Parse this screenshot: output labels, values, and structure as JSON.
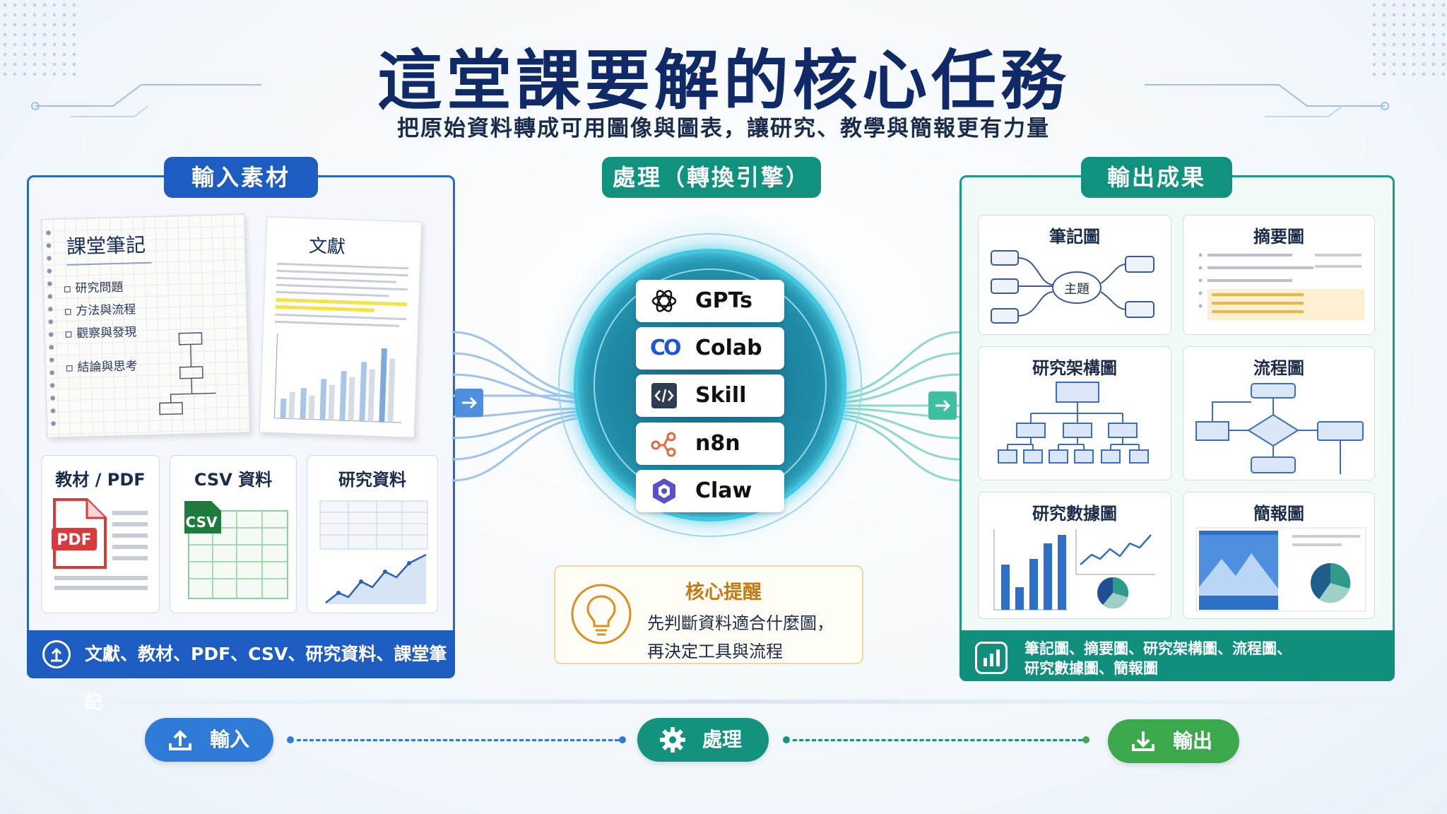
{
  "header": {
    "title": "這堂課要解的核心任務",
    "subtitle": "把原始資料轉成可用圖像與圖表，讓研究、教學與簡報更有力量"
  },
  "input": {
    "tab": "輸入素材",
    "notebook": {
      "title": "課堂筆記",
      "items": [
        "研究問題",
        "方法與流程",
        "觀察與發現",
        "結論與思考"
      ]
    },
    "paper_title": "文獻",
    "cards": [
      "教材 / PDF",
      "CSV 資料",
      "研究資料"
    ],
    "pdf_badge": "PDF",
    "csv_badge": "CSV",
    "footer": "文獻、教材、PDF、CSV、研究資料、課堂筆記"
  },
  "process": {
    "tab": "處理（轉換引擎）",
    "tools": [
      "GPTs",
      "Colab",
      "Skill",
      "n8n",
      "Claw"
    ],
    "colab_logo": "CO",
    "reminder": {
      "title": "核心提醒",
      "lines": [
        "先判斷資料適合什麼圖，",
        "再決定工具與流程"
      ]
    }
  },
  "output": {
    "tab": "輸出成果",
    "cards": [
      "筆記圖",
      "摘要圖",
      "研究架構圖",
      "流程圖",
      "研究數據圖",
      "簡報圖"
    ],
    "mindmap_center": "主題",
    "footer_lines": [
      "筆記圖、摘要圖、研究架構圖、流程圖、",
      "研究數據圖、簡報圖"
    ]
  },
  "flow": {
    "input": "輸入",
    "process": "處理",
    "output": "輸出"
  },
  "colors": {
    "blue": "#1d5cc0",
    "teal": "#11927f",
    "green": "#3aa84b",
    "navy": "#0f2a66",
    "amber": "#c67a13"
  }
}
